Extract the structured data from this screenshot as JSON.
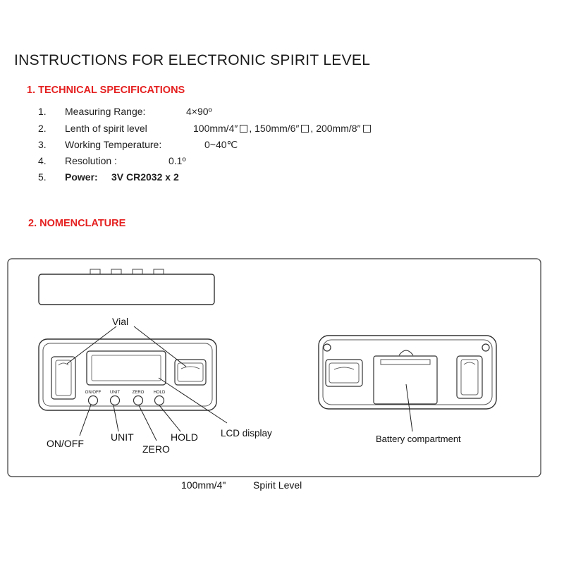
{
  "document": {
    "title": "INSTRUCTIONS FOR ELECTRONIC SPIRIT LEVEL",
    "section1": {
      "heading": "1. TECHNICAL  SPECIFICATIONS",
      "specs": [
        {
          "num": "1.",
          "label": "Measuring Range:",
          "value": "4×90º"
        },
        {
          "num": "2.",
          "label": "Lenth of spirit level",
          "value_parts": [
            "100mm/4″",
            ", 150mm/6″",
            ", 200mm/8″"
          ]
        },
        {
          "num": "3.",
          "label": "Working Temperature:",
          "value": "0~40℃"
        },
        {
          "num": "4.",
          "label": "Resolution :",
          "value": "0.1º"
        },
        {
          "num": "5.",
          "label": "Power:",
          "value": "3V CR2032  x 2"
        }
      ]
    },
    "section2": {
      "heading": "2. NOMENCLATURE"
    },
    "diagram": {
      "callouts": {
        "vial": "Vial",
        "lcd": "LCD display",
        "onoff": "ON/OFF",
        "unit": "UNIT",
        "zero": "ZERO",
        "hold": "HOLD",
        "battery": "Battery compartment"
      },
      "button_labels": [
        "ON/OFF",
        "UNIT",
        "ZERO",
        "HOLD"
      ],
      "caption_size": "100mm/4\"",
      "caption_name": "Spirit Level"
    }
  }
}
